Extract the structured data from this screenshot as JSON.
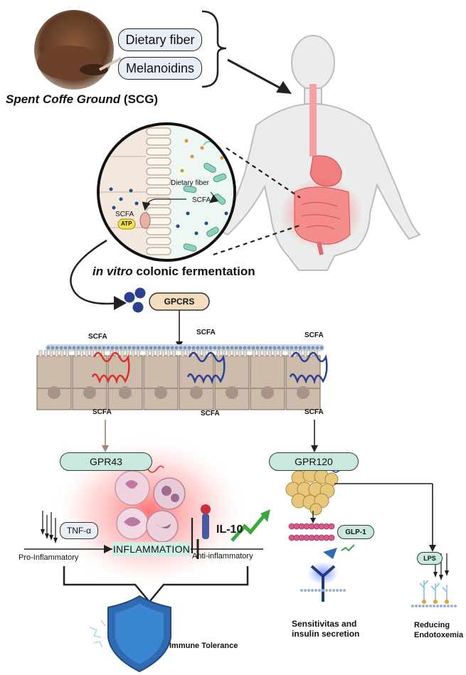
{
  "source": {
    "fiber_label": "Dietary fiber",
    "melanoidins_label": "Melanoidins",
    "name_italic": "Spent Coffe Ground",
    "name_abbrev": "(SCG)"
  },
  "colon_inset": {
    "fiber_label": "Dietary fiber",
    "scfa_right": "SCFA",
    "scfa_left": "SCFA",
    "atp_label": "ATP"
  },
  "fermentation": {
    "prefix": "in vitro",
    "rest": " colonic fermentation"
  },
  "gpcrs_label": "GPCRS",
  "epithelium": {
    "scfa_top_1": "SCFA",
    "scfa_top_2": "SCFA",
    "scfa_top_3": "SCFA",
    "scfa_bottom_1": "SCFA",
    "scfa_bottom_2": "SCFA",
    "scfa_bottom_3": "SCFA"
  },
  "left_path": {
    "receptor": "GPR43",
    "tnf_label": "TNF-α",
    "il10_label": "IL-10",
    "inflammation_label": "INFLAMMATION",
    "pro_label": "Pro-Inflammatory",
    "anti_label": "Anti-inflammatory",
    "outcome_label": "Immune Tolerance"
  },
  "right_path": {
    "receptor": "GPR120",
    "glp1_label": "GLP-1",
    "lps_label": "LPS",
    "outcome_insulin_1": "Sensitivitas and",
    "outcome_insulin_2": "insulin secretion",
    "outcome_endo_1": "Reducing",
    "outcome_endo_2": "Endotoxemia"
  },
  "colors": {
    "receptor_fill": "#c9e8de",
    "gpcrs_fill": "#f3dcc0",
    "cell_fill": "#cdbbac",
    "red_receptor": "#d8322a",
    "blue_receptor": "#2b3f96",
    "inflammation_glow": "#ff6a6a",
    "arrow_green": "#3aa83a"
  }
}
